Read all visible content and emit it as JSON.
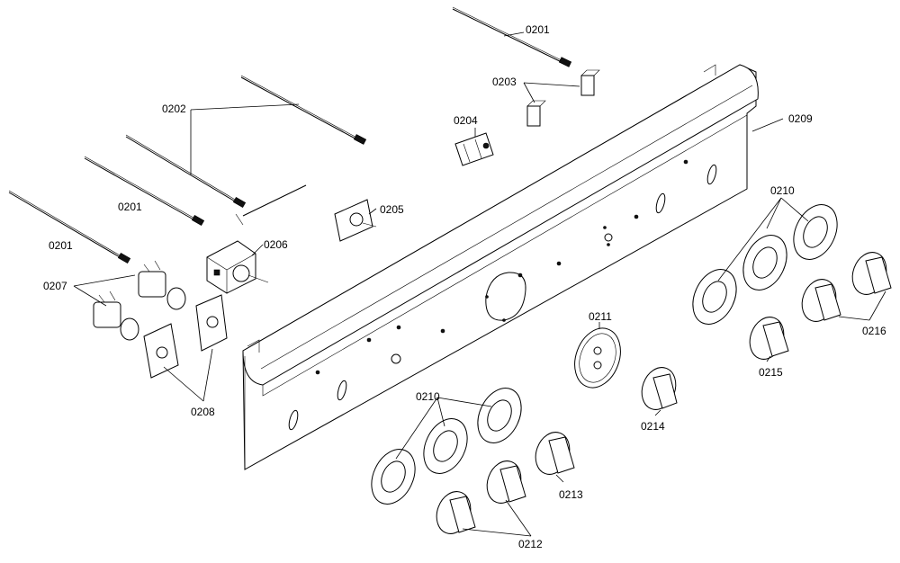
{
  "labels": {
    "p0201_top": "0201",
    "p0201_mid": "0201",
    "p0201_low": "0201",
    "p0202": "0202",
    "p0203": "0203",
    "p0204": "0204",
    "p0205": "0205",
    "p0206": "0206",
    "p0207": "0207",
    "p0208": "0208",
    "p0209": "0209",
    "p0210_right": "0210",
    "p0210_left": "0210",
    "p0211": "0211",
    "p0212": "0212",
    "p0213": "0213",
    "p0214": "0214",
    "p0215": "0215",
    "p0216": "0216"
  }
}
